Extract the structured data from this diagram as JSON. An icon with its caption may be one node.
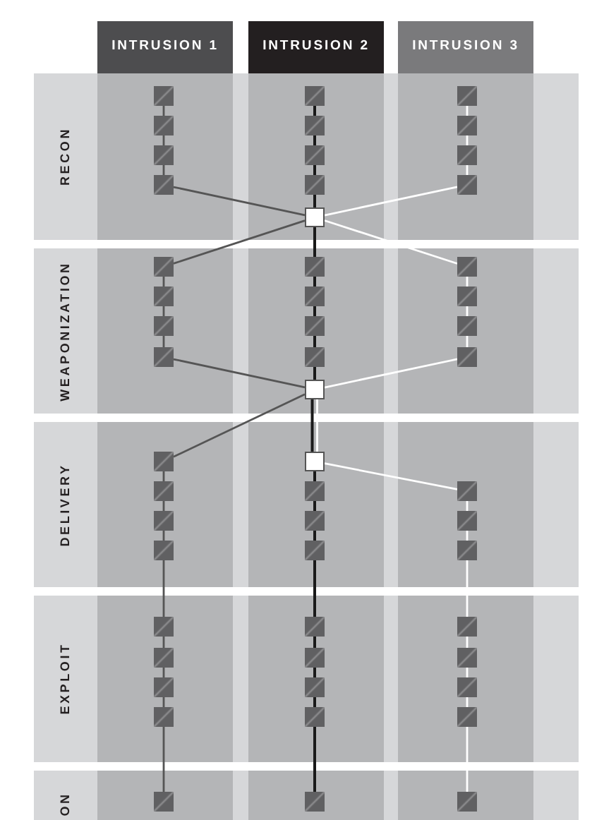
{
  "diagram": {
    "nodes": [
      {
        "text": [
          "INTRUSION 1"
        ]
      },
      {
        "text": [
          "INTRUSION 2"
        ]
      },
      {
        "text": [
          "INTRUSION 3"
        ]
      },
      {
        "text": [
          "RECON"
        ]
      },
      {
        "text": [],
        "shape": "box",
        "in": 3
      },
      {
        "text": [],
        "shape": "box",
        "in": 3
      },
      {
        "text": [],
        "shape": "box",
        "in": 3
      },
      {
        "text": [],
        "shape": "box",
        "in": 3
      },
      {
        "text": [],
        "shape": "box",
        "in": 3
      },
      {
        "text": [],
        "shape": "box",
        "in": 3
      },
      {
        "text": [],
        "shape": "box",
        "in": 3
      },
      {
        "text": [],
        "shape": "box",
        "in": 3
      },
      {
        "text": [],
        "shape": "box",
        "in": 3
      },
      {
        "text": [],
        "shape": "box",
        "in": 3
      },
      {
        "text": [],
        "shape": "box",
        "in": 3
      },
      {
        "text": [],
        "shape": "box",
        "in": 3
      },
      {
        "text": [],
        "shape": "box",
        "in": 3
      },
      {
        "text": [
          "WEAPONIZATION"
        ]
      },
      {
        "text": [],
        "shape": "box",
        "in": 17
      },
      {
        "text": [],
        "shape": "box",
        "in": 17
      },
      {
        "text": [],
        "shape": "box",
        "in": 17
      },
      {
        "text": [],
        "shape": "box",
        "in": 17
      },
      {
        "text": [],
        "shape": "box",
        "in": 17
      },
      {
        "text": [],
        "shape": "box",
        "in": 17
      },
      {
        "text": [],
        "shape": "box",
        "in": 17
      },
      {
        "text": [],
        "shape": "box",
        "in": 17
      },
      {
        "text": [],
        "shape": "box",
        "in": 17
      },
      {
        "text": [],
        "shape": "box",
        "in": 17
      },
      {
        "text": [],
        "shape": "box",
        "in": 17
      },
      {
        "text": [],
        "shape": "box",
        "in": 17
      },
      {
        "text": [],
        "shape": "box",
        "in": 17
      },
      {
        "text": [
          "DELIVERY"
        ]
      },
      {
        "text": [],
        "shape": "box",
        "in": 31
      },
      {
        "text": [],
        "shape": "box",
        "in": 31
      },
      {
        "text": [],
        "shape": "box",
        "in": 31
      },
      {
        "text": [],
        "shape": "box",
        "in": 31
      },
      {
        "text": [],
        "shape": "box",
        "in": 31
      },
      {
        "text": [],
        "shape": "box",
        "in": 31
      },
      {
        "text": [],
        "shape": "box",
        "in": 31
      },
      {
        "text": [],
        "shape": "box",
        "in": 31
      },
      {
        "text": [],
        "shape": "box",
        "in": 31
      },
      {
        "text": [],
        "shape": "box",
        "in": 31
      },
      {
        "text": [],
        "shape": "box",
        "in": 31
      },
      {
        "text": [
          "EXPLOIT"
        ]
      },
      {
        "text": [],
        "shape": "box",
        "in": 43
      },
      {
        "text": [],
        "shape": "box",
        "in": 43
      },
      {
        "text": [],
        "shape": "box",
        "in": 43
      },
      {
        "text": [],
        "shape": "box",
        "in": 43
      },
      {
        "text": [],
        "shape": "box",
        "in": 43
      },
      {
        "text": [],
        "shape": "box",
        "in": 43
      },
      {
        "text": [],
        "shape": "box",
        "in": 43
      },
      {
        "text": [],
        "shape": "box",
        "in": 43
      },
      {
        "text": [],
        "shape": "box",
        "in": 43
      },
      {
        "text": [],
        "shape": "box",
        "in": 43
      },
      {
        "text": [],
        "shape": "box",
        "in": 43
      },
      {
        "text": [],
        "shape": "box",
        "in": 43
      },
      {
        "text": [
          "ON"
        ]
      },
      {
        "text": [],
        "shape": "box",
        "in": 56
      },
      {
        "text": [],
        "shape": "box",
        "in": 56
      },
      {
        "text": [],
        "shape": "box",
        "in": 56
      }
    ],
    "edges": [
      {
        "from": 4,
        "to": 5,
        "arrow": "none",
        "color": "#555555"
      },
      {
        "from": 5,
        "to": 6,
        "arrow": "none",
        "color": "#555555"
      },
      {
        "from": 6,
        "to": 7,
        "arrow": "none",
        "color": "#555555"
      },
      {
        "from": 7,
        "to": 16,
        "arrow": "none",
        "color": "#555555"
      },
      {
        "from": 16,
        "to": 18,
        "arrow": "none",
        "color": "#555555"
      },
      {
        "from": 18,
        "to": 19,
        "arrow": "none",
        "color": "#555555"
      },
      {
        "from": 19,
        "to": 20,
        "arrow": "none",
        "color": "#555555"
      },
      {
        "from": 20,
        "to": 21,
        "arrow": "none",
        "color": "#555555"
      },
      {
        "from": 21,
        "to": 30,
        "arrow": "none",
        "color": "#555555"
      },
      {
        "from": 30,
        "to": 32,
        "arrow": "none",
        "color": "#555555"
      },
      {
        "from": 32,
        "to": 33,
        "arrow": "none",
        "color": "#555555"
      },
      {
        "from": 33,
        "to": 34,
        "arrow": "none",
        "color": "#555555"
      },
      {
        "from": 34,
        "to": 35,
        "arrow": "none",
        "color": "#555555"
      },
      {
        "from": 35,
        "to": 44,
        "arrow": "none",
        "color": "#555555"
      },
      {
        "from": 44,
        "to": 45,
        "arrow": "none",
        "color": "#555555"
      },
      {
        "from": 45,
        "to": 46,
        "arrow": "none",
        "color": "#555555"
      },
      {
        "from": 46,
        "to": 47,
        "arrow": "none",
        "color": "#555555"
      },
      {
        "from": 47,
        "to": 57,
        "arrow": "none",
        "color": "#555555"
      },
      {
        "from": 8,
        "to": 9,
        "arrow": "none",
        "color": "#1a1a1a"
      },
      {
        "from": 9,
        "to": 10,
        "arrow": "none",
        "color": "#1a1a1a"
      },
      {
        "from": 10,
        "to": 11,
        "arrow": "none",
        "color": "#1a1a1a"
      },
      {
        "from": 11,
        "to": 16,
        "arrow": "none",
        "color": "#1a1a1a"
      },
      {
        "from": 16,
        "to": 22,
        "arrow": "none",
        "color": "#1a1a1a"
      },
      {
        "from": 22,
        "to": 23,
        "arrow": "none",
        "color": "#1a1a1a"
      },
      {
        "from": 23,
        "to": 24,
        "arrow": "none",
        "color": "#1a1a1a"
      },
      {
        "from": 24,
        "to": 25,
        "arrow": "none",
        "color": "#1a1a1a"
      },
      {
        "from": 25,
        "to": 30,
        "arrow": "none",
        "color": "#1a1a1a"
      },
      {
        "from": 30,
        "to": 36,
        "arrow": "none",
        "color": "#1a1a1a"
      },
      {
        "from": 36,
        "to": 37,
        "arrow": "none",
        "color": "#1a1a1a"
      },
      {
        "from": 37,
        "to": 38,
        "arrow": "none",
        "color": "#1a1a1a"
      },
      {
        "from": 38,
        "to": 39,
        "arrow": "none",
        "color": "#1a1a1a"
      },
      {
        "from": 39,
        "to": 48,
        "arrow": "none",
        "color": "#1a1a1a"
      },
      {
        "from": 48,
        "to": 49,
        "arrow": "none",
        "color": "#1a1a1a"
      },
      {
        "from": 49,
        "to": 50,
        "arrow": "none",
        "color": "#1a1a1a"
      },
      {
        "from": 50,
        "to": 51,
        "arrow": "none",
        "color": "#1a1a1a"
      },
      {
        "from": 51,
        "to": 58,
        "arrow": "none",
        "color": "#1a1a1a"
      },
      {
        "from": 12,
        "to": 13,
        "arrow": "none",
        "color": "#ffffff"
      },
      {
        "from": 13,
        "to": 14,
        "arrow": "none",
        "color": "#ffffff"
      },
      {
        "from": 14,
        "to": 15,
        "arrow": "none",
        "color": "#ffffff"
      },
      {
        "from": 15,
        "to": 16,
        "arrow": "none",
        "color": "#ffffff"
      },
      {
        "from": 16,
        "to": 26,
        "arrow": "none",
        "color": "#ffffff"
      },
      {
        "from": 26,
        "to": 27,
        "arrow": "none",
        "color": "#ffffff"
      },
      {
        "from": 27,
        "to": 28,
        "arrow": "none",
        "color": "#ffffff"
      },
      {
        "from": 28,
        "to": 29,
        "arrow": "none",
        "color": "#ffffff"
      },
      {
        "from": 29,
        "to": 30,
        "arrow": "none",
        "color": "#ffffff"
      },
      {
        "from": 30,
        "to": 36,
        "arrow": "none",
        "color": "#ffffff"
      },
      {
        "from": 36,
        "to": 40,
        "arrow": "none",
        "color": "#ffffff"
      },
      {
        "from": 40,
        "to": 41,
        "arrow": "none",
        "color": "#ffffff"
      },
      {
        "from": 41,
        "to": 42,
        "arrow": "none",
        "color": "#ffffff"
      },
      {
        "from": 42,
        "to": 52,
        "arrow": "none",
        "color": "#ffffff"
      },
      {
        "from": 52,
        "to": 53,
        "arrow": "none",
        "color": "#ffffff"
      },
      {
        "from": 53,
        "to": 54,
        "arrow": "none",
        "color": "#ffffff"
      },
      {
        "from": 54,
        "to": 55,
        "arrow": "none",
        "color": "#ffffff"
      },
      {
        "from": 55,
        "to": 59,
        "arrow": "none",
        "color": "#ffffff"
      }
    ]
  }
}
